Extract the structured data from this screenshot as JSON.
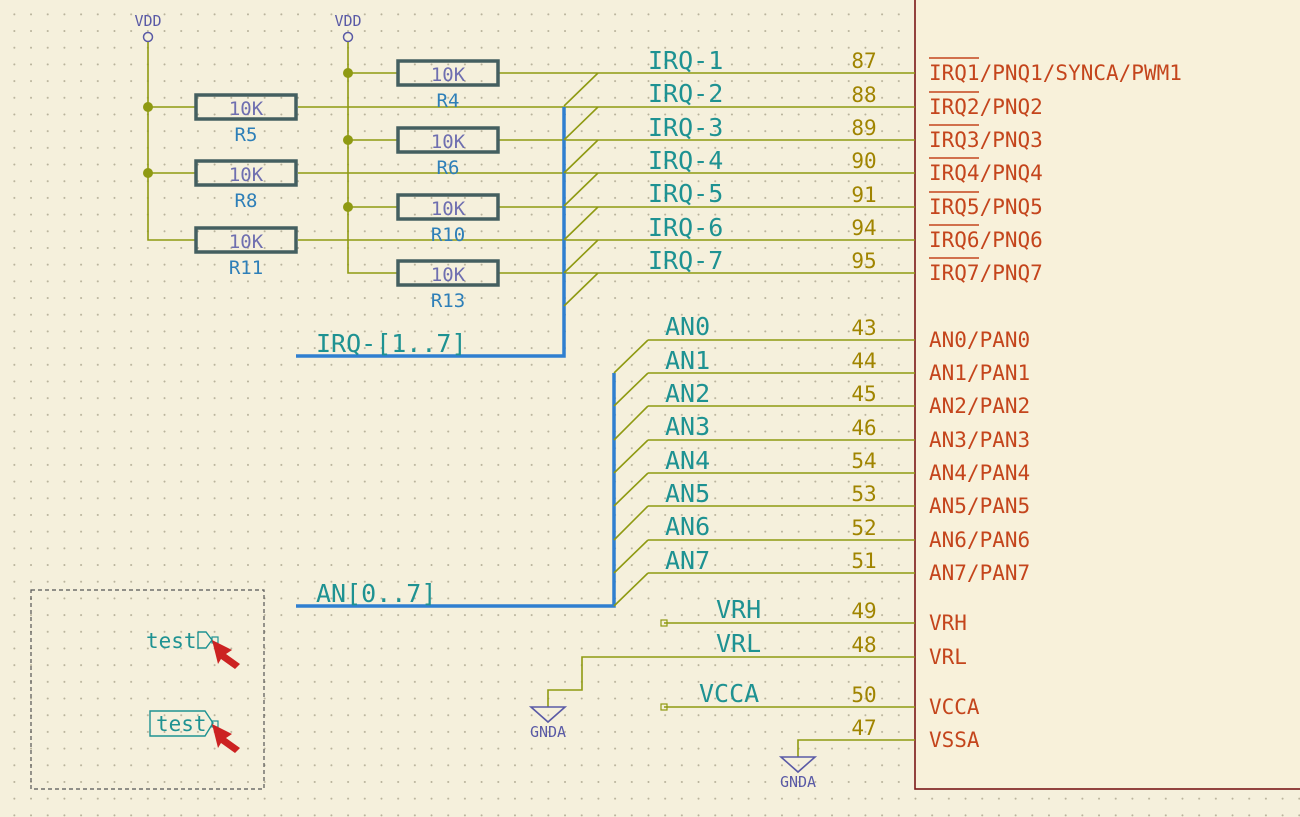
{
  "power": {
    "vdd": "VDD",
    "gnda": "GNDA"
  },
  "resistors": [
    {
      "ref": "R4",
      "value": "10K"
    },
    {
      "ref": "R5",
      "value": "10K"
    },
    {
      "ref": "R6",
      "value": "10K"
    },
    {
      "ref": "R8",
      "value": "10K"
    },
    {
      "ref": "R10",
      "value": "10K"
    },
    {
      "ref": "R11",
      "value": "10K"
    },
    {
      "ref": "R13",
      "value": "10K"
    }
  ],
  "buses": {
    "irq": "IRQ-[1..7]",
    "an": "AN[0..7]"
  },
  "irq_nets": [
    "IRQ-1",
    "IRQ-2",
    "IRQ-3",
    "IRQ-4",
    "IRQ-5",
    "IRQ-6",
    "IRQ-7"
  ],
  "irq_pins": [
    {
      "num": "87",
      "bar": "IRQ1",
      "rest": "/PNQ1/SYNCA/PWM1"
    },
    {
      "num": "88",
      "bar": "IRQ2",
      "rest": "/PNQ2"
    },
    {
      "num": "89",
      "bar": "IRQ3",
      "rest": "/PNQ3"
    },
    {
      "num": "90",
      "bar": "IRQ4",
      "rest": "/PNQ4"
    },
    {
      "num": "91",
      "bar": "IRQ5",
      "rest": "/PNQ5"
    },
    {
      "num": "94",
      "bar": "IRQ6",
      "rest": "/PNQ6"
    },
    {
      "num": "95",
      "bar": "IRQ7",
      "rest": "/PNQ7"
    }
  ],
  "an_nets": [
    "AN0",
    "AN1",
    "AN2",
    "AN3",
    "AN4",
    "AN5",
    "AN6",
    "AN7"
  ],
  "an_pins": [
    {
      "num": "43",
      "name": "AN0/PAN0"
    },
    {
      "num": "44",
      "name": "AN1/PAN1"
    },
    {
      "num": "45",
      "name": "AN2/PAN2"
    },
    {
      "num": "46",
      "name": "AN3/PAN3"
    },
    {
      "num": "54",
      "name": "AN4/PAN4"
    },
    {
      "num": "53",
      "name": "AN5/PAN5"
    },
    {
      "num": "52",
      "name": "AN6/PAN6"
    },
    {
      "num": "51",
      "name": "AN7/PAN7"
    }
  ],
  "analog_pins": [
    {
      "net": "VRH",
      "num": "49",
      "name": "VRH"
    },
    {
      "net": "VRL",
      "num": "48",
      "name": "VRL"
    },
    {
      "net": "VCCA",
      "num": "50",
      "name": "VCCA"
    },
    {
      "net": "",
      "num": "47",
      "name": "VSSA"
    }
  ],
  "test_labels": {
    "label1": "test",
    "label2": "test"
  },
  "colors": {
    "wire": "#8f9a12",
    "bus": "#2f7fd0",
    "pin_num": "#a08400",
    "pin_name": "#c4451c",
    "net_label": "#1e9292",
    "power": "#5a5aa6",
    "resistor": "#445f60",
    "res_value": "#6f6fb0",
    "res_ref": "#2e7fb8",
    "arrow": "#cc2222"
  }
}
